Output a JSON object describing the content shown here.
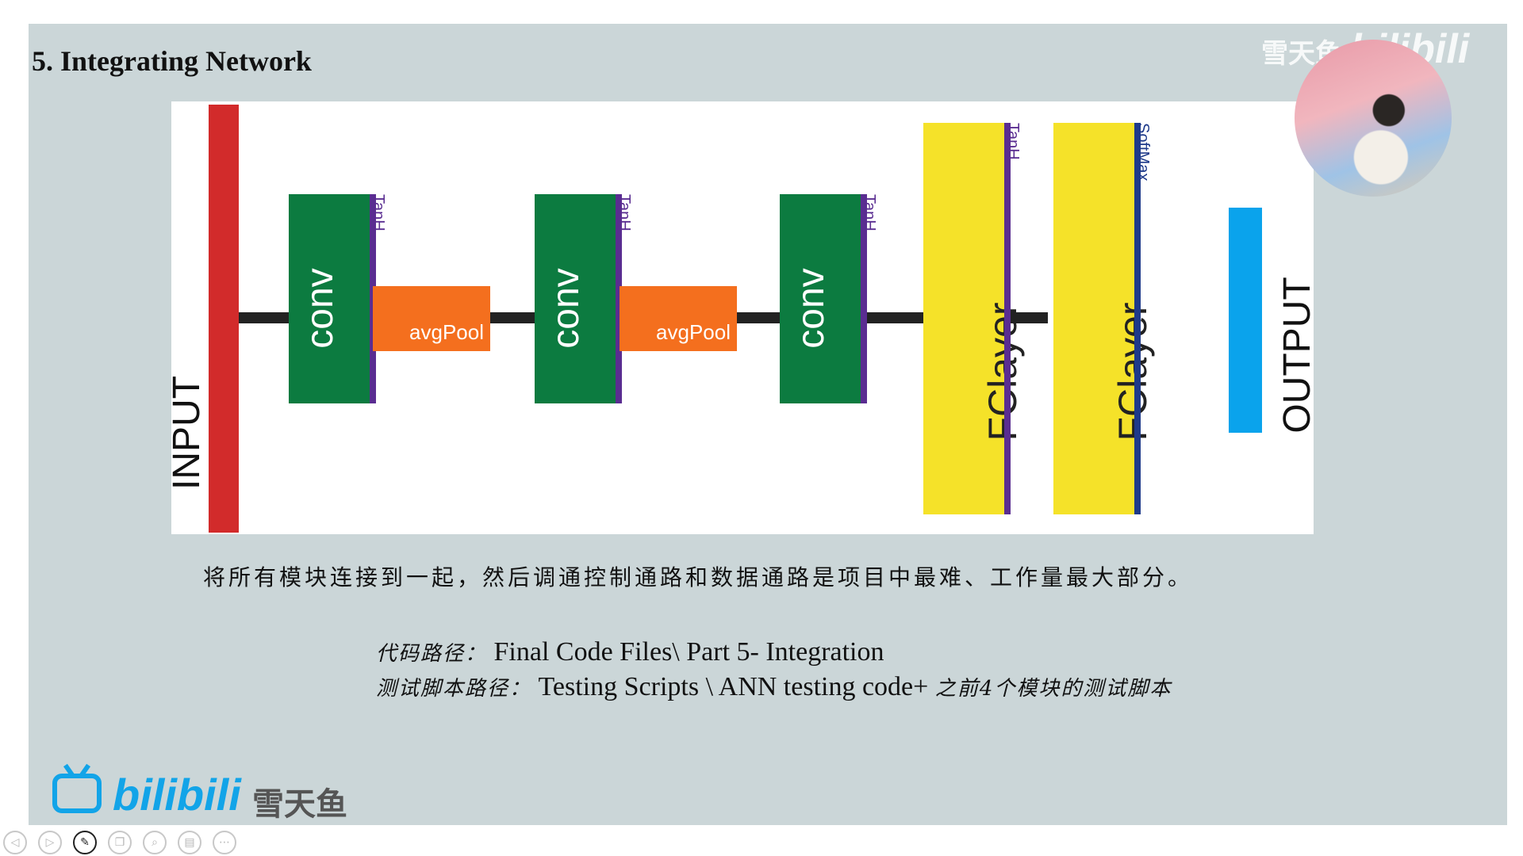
{
  "slide": {
    "title": "5. Integrating Network",
    "diagram": {
      "input_label": "INPUT",
      "output_label": "OUTPUT",
      "conv_label": "conv",
      "pool_label": "avgPool",
      "fc_label": "FClayer",
      "activation_tanh": "TanH",
      "activation_softmax": "SoftMax"
    },
    "description": "将所有模块连接到一起，然后调通控制通路和数据通路是项目中最难、工作量最大部分。",
    "code_path_label": "代码路径：",
    "code_path_value": "Final Code Files\\ Part 5- Integration",
    "test_path_label": "测试脚本路径：",
    "test_path_value": "Testing Scripts \\ ANN testing code+",
    "test_path_suffix": "之前4个模块的测试脚本"
  },
  "branding": {
    "logo_text": "bilibili",
    "channel_name": "雪天鱼",
    "watermark_text": "雪天鱼",
    "watermark_logo": "bilibili"
  },
  "toolbar": {
    "icons": [
      "previous-icon",
      "next-icon",
      "pen-icon",
      "copy-icon",
      "zoom-icon",
      "subtitle-icon",
      "more-icon"
    ]
  },
  "colors": {
    "input": "#d22b2b",
    "conv": "#0c7b40",
    "pool": "#f46f1e",
    "fc": "#f5e229",
    "output": "#0aa3ec",
    "activation": "#5a2d91",
    "brand": "#12a4e8"
  }
}
